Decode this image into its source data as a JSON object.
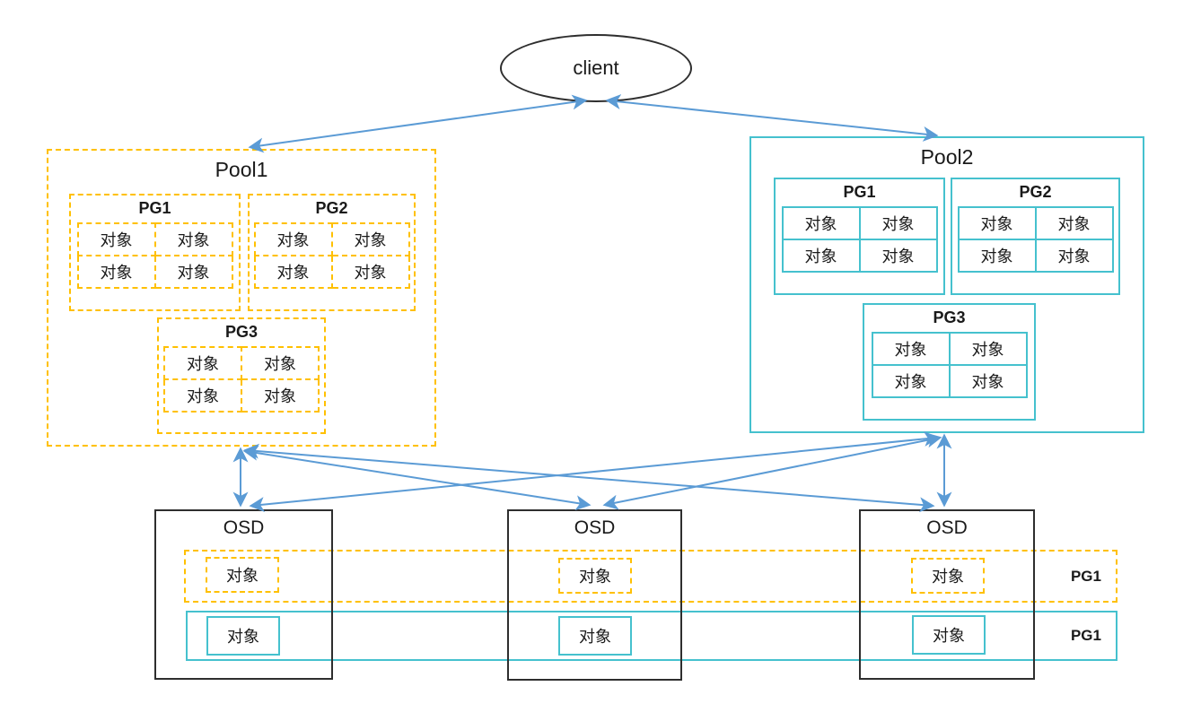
{
  "client": {
    "label": "client"
  },
  "pools": [
    {
      "title": "Pool1",
      "border": "dashed",
      "color": "#FFC000",
      "pgs": [
        {
          "name": "PG1",
          "objects": [
            "对象",
            "对象",
            "对象",
            "对象"
          ]
        },
        {
          "name": "PG2",
          "objects": [
            "对象",
            "对象",
            "对象",
            "对象"
          ]
        },
        {
          "name": "PG3",
          "objects": [
            "对象",
            "对象",
            "对象",
            "对象"
          ]
        }
      ]
    },
    {
      "title": "Pool2",
      "border": "solid",
      "color": "#45C1CE",
      "pgs": [
        {
          "name": "PG1",
          "objects": [
            "对象",
            "对象",
            "对象",
            "对象"
          ]
        },
        {
          "name": "PG2",
          "objects": [
            "对象",
            "对象",
            "对象",
            "对象"
          ]
        },
        {
          "name": "PG3",
          "objects": [
            "对象",
            "对象",
            "对象",
            "对象"
          ]
        }
      ]
    }
  ],
  "osds": [
    {
      "title": "OSD"
    },
    {
      "title": "OSD"
    },
    {
      "title": "OSD"
    }
  ],
  "bands": [
    {
      "label": "PG1",
      "border": "dashed",
      "color": "#FFC000",
      "objects": [
        "对象",
        "对象",
        "对象"
      ]
    },
    {
      "label": "PG1",
      "border": "solid",
      "color": "#45C1CE",
      "objects": [
        "对象",
        "对象",
        "对象"
      ]
    }
  ],
  "colors": {
    "pool1_accent": "#FFC000",
    "pool2_accent": "#45C1CE",
    "arrow": "#5B9BD5",
    "outline": "#2E2E2E"
  }
}
